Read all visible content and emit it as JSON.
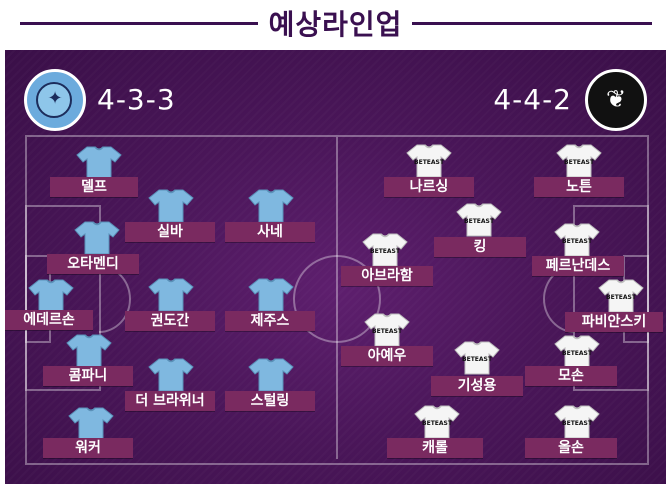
{
  "header": {
    "title": "예상라인업"
  },
  "home": {
    "formation": "4-3-3",
    "kit_color": "#7fb8e0",
    "plate_color": "#7a2a60",
    "crest_icon": "manchester-city-crest-icon",
    "players": [
      {
        "name": "델프"
      },
      {
        "name": "오타멘디"
      },
      {
        "name": "에데르손"
      },
      {
        "name": "콤파니"
      },
      {
        "name": "워커"
      },
      {
        "name": "실바"
      },
      {
        "name": "권도간"
      },
      {
        "name": "더 브라위너"
      },
      {
        "name": "사네"
      },
      {
        "name": "제주스"
      },
      {
        "name": "스털링"
      }
    ]
  },
  "away": {
    "formation": "4-4-2",
    "kit_color": "#f5f5f5",
    "sponsor": "BETEAST",
    "crest_icon": "swansea-city-crest-icon",
    "players": [
      {
        "name": "나르싱"
      },
      {
        "name": "노튼"
      },
      {
        "name": "킹"
      },
      {
        "name": "아브라함"
      },
      {
        "name": "페르난데스"
      },
      {
        "name": "파비안스키"
      },
      {
        "name": "아예우"
      },
      {
        "name": "기성용"
      },
      {
        "name": "모손"
      },
      {
        "name": "캐롤"
      },
      {
        "name": "올손"
      }
    ]
  }
}
